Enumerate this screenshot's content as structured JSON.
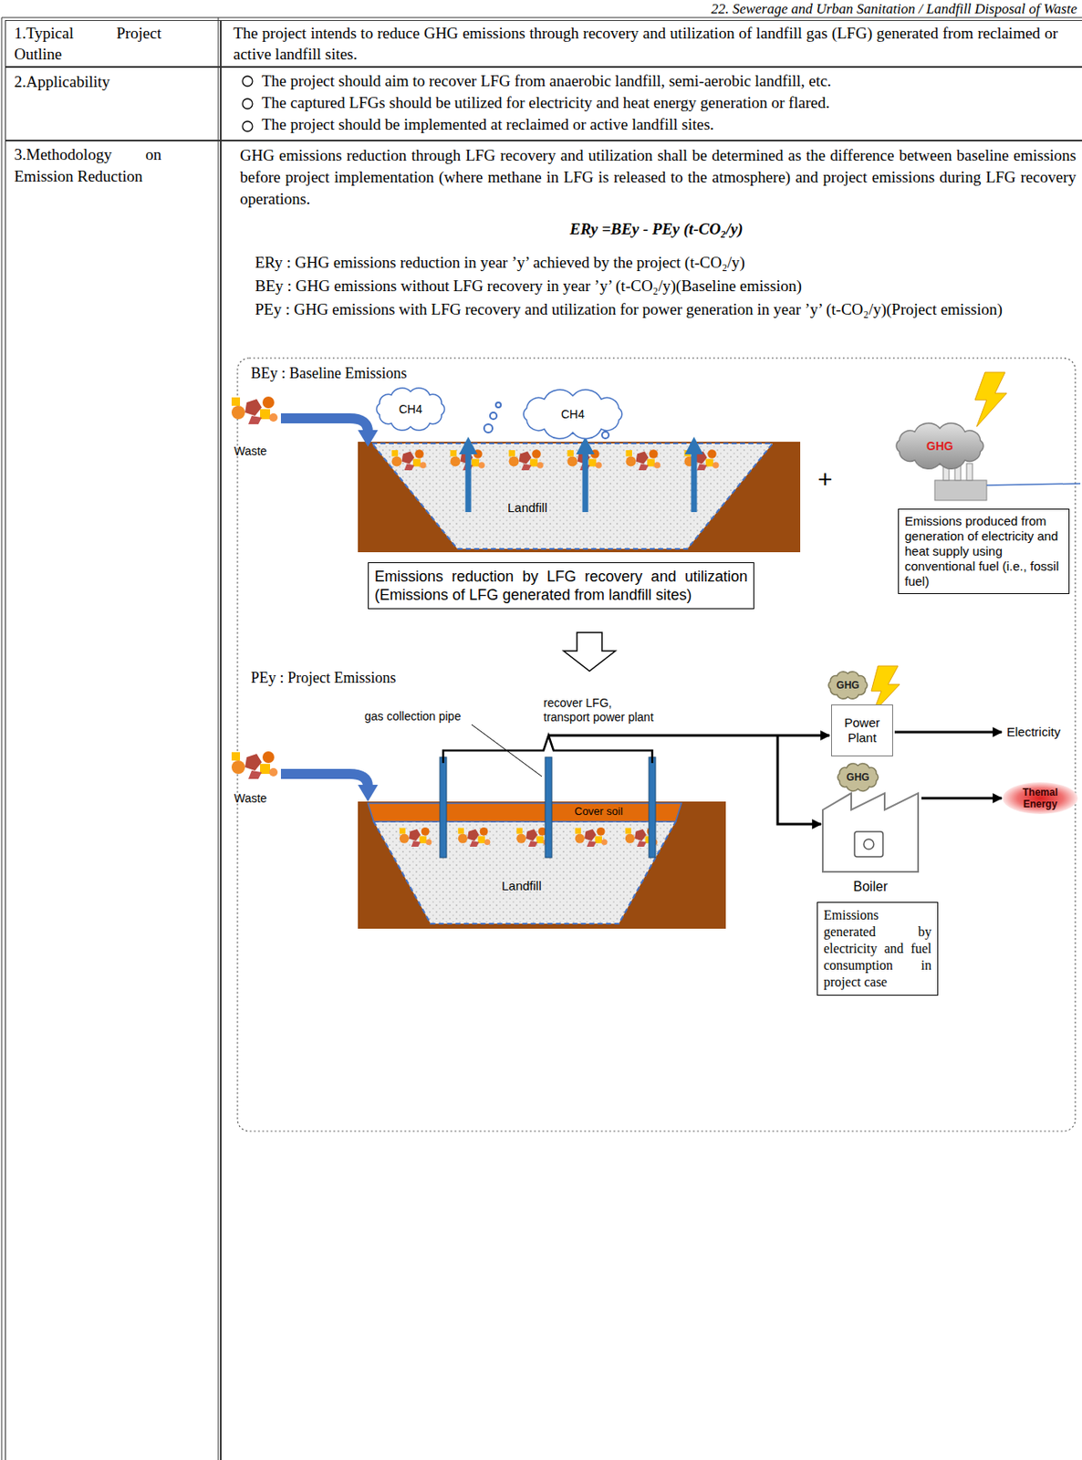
{
  "diagram": {
    "title": "22. Sewerage and Urban Sanitation / Landfill Disposal of Waste",
    "nodes": [
      {
        "text": [
          "1.Typical Project Outline"
        ]
      },
      {
        "text": [
          "The project intends to reduce GHG emissions through recovery and utilization of landfill gas (LFG) generated from reclaimed or active landfill sites."
        ]
      },
      {
        "text": [
          "2.Applicability"
        ]
      },
      {
        "text": [
          "The project should aim to recover LFG from anaerobic landfill, semi-aerobic landfill, etc.",
          "The captured LFGs should be utilized for electricity and heat energy generation or flared.",
          "The project should be implemented at reclaimed or active landfill sites."
        ]
      },
      {
        "text": [
          "3.Methodology on Emission Reduction"
        ]
      },
      {
        "text": [
          "GHG emissions reduction through LFG recovery and utilization shall be determined as the difference between baseline emissions before project implementation (where methane in LFG is released to the atmosphere) and project emissions during LFG recovery operations.",
          "ERy =BEy - PEy (t-CO₂/y)",
          "ERy : GHG emissions reduction in year ’y’ achieved by the project (t-CO₂/y)",
          "BEy : GHG emissions without LFG recovery in year ’y’ (t-CO₂/y)(Baseline emission)",
          "PEy : GHG emissions with LFG recovery and utilization for power generation in year ’y’ (t-CO₂/y)(Project emission)"
        ]
      },
      {
        "text": [
          "CH4"
        ],
        "in": 5
      },
      {
        "text": [
          "CH4"
        ],
        "in": 5
      },
      {
        "text": [
          "GHG"
        ],
        "in": 5
      },
      {
        "text": [
          "Emissions produced from generation of electricity and heat supply using conventional fuel (i.e., fossil fuel)"
        ],
        "in": 5
      },
      {
        "text": [
          "Emissions reduction by LFG recovery and utilization (Emissions of LFG generated from landfill sites)"
        ],
        "in": 5
      },
      {
        "text": [
          "GHG"
        ],
        "in": 5
      },
      {
        "text": [
          "Power Plant"
        ],
        "in": 5
      },
      {
        "text": [
          "Boiler"
        ],
        "in": 5
      },
      {
        "text": [
          "GHG"
        ],
        "in": 5
      },
      {
        "text": [
          "Emissions generated by electricity and fuel consumption in project case"
        ],
        "in": 5
      },
      {
        "text": [
          "Themal Energy"
        ],
        "in": 5
      }
    ],
    "edges": [
      {
        "from": 13,
        "to": 16,
        "arrow": "to"
      }
    ],
    "labels": [
      "BEy : Baseline Emissions",
      "Waste",
      "Landfill",
      "+",
      "PEy : Project Emissions",
      "gas collection pipe",
      "recover LFG, transport power plant",
      "Electricity",
      "Waste",
      "Cover soil",
      "Landfill"
    ]
  }
}
